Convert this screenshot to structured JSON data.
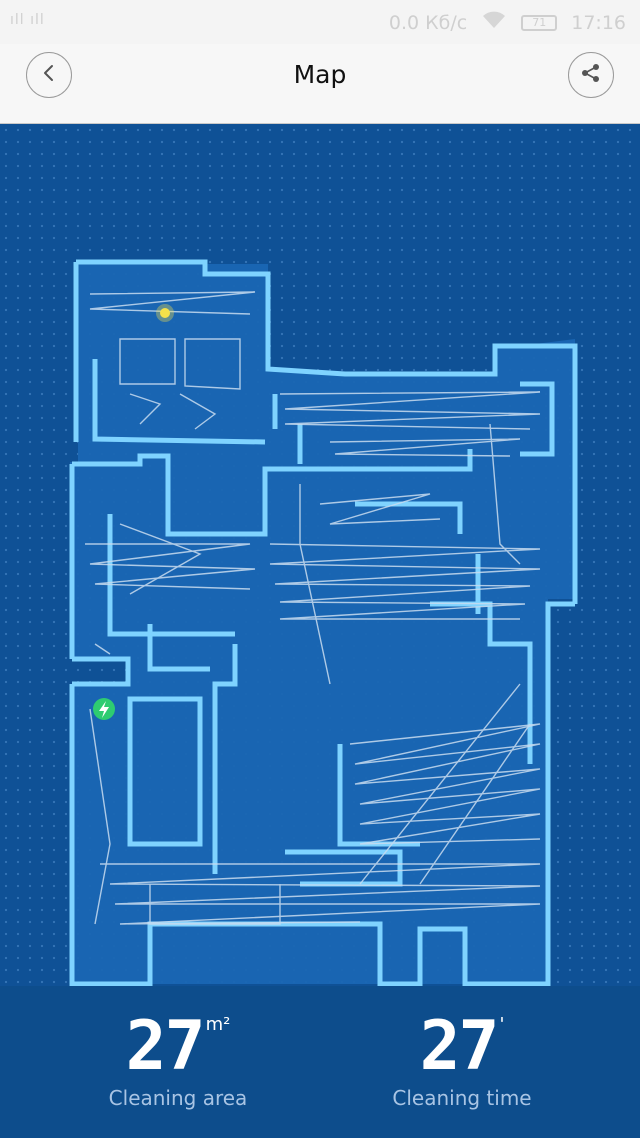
{
  "status_bar": {
    "signal": "ıll ıll",
    "network_speed": "0.0 Кб/с",
    "battery": "71",
    "time": "17:16"
  },
  "header": {
    "title": "Map",
    "back_icon": "chevron-left-icon",
    "share_icon": "share-icon"
  },
  "map": {
    "wall_color": "#7fd3ff",
    "path_color": "#c8dcf0",
    "floor_color": "#1a66b3",
    "robot_color": "#f5e14a",
    "dock_color": "#2ecc71",
    "dock_icon": "lightning-icon"
  },
  "stats": {
    "area": {
      "value": "27",
      "unit": "m²",
      "label": "Cleaning area"
    },
    "time": {
      "value": "27",
      "unit": "'",
      "label": "Cleaning time"
    }
  }
}
